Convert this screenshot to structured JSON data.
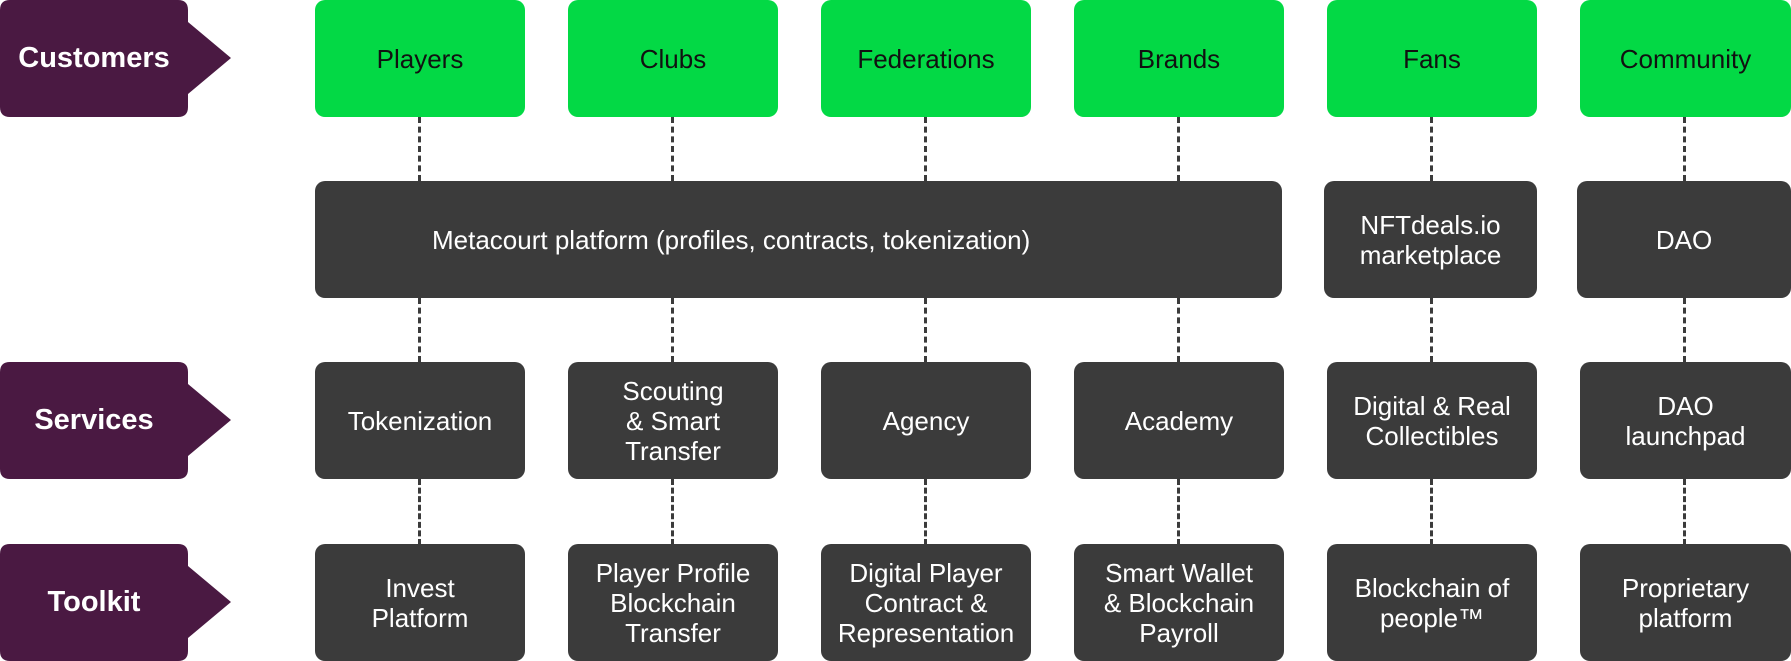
{
  "rows": {
    "customers": "Customers",
    "services": "Services",
    "toolkit": "Toolkit"
  },
  "customers": [
    "Players",
    "Clubs",
    "Federations",
    "Brands",
    "Fans",
    "Community"
  ],
  "platform": {
    "main": "Metacourt platform (profiles, contracts, tokenization)",
    "marketplace": "NFTdeals.io\nmarketplace",
    "dao": "DAO"
  },
  "services": [
    "Tokenization",
    "Scouting\n& Smart\nTransfer",
    "Agency",
    "Academy",
    "Digital & Real\nCollectibles",
    "DAO\nlaunchpad"
  ],
  "toolkit": [
    "Invest\nPlatform",
    "Player Profile\nBlockchain\nTransfer",
    "Digital Player\nContract &\nRepresentation",
    "Smart Wallet\n& Blockchain\nPayroll",
    "Blockchain of\npeople™",
    "Proprietary\nplatform"
  ],
  "colors": {
    "label_bg": "#4a1942",
    "customer_bg": "#03d945",
    "box_bg": "#3b3b3b",
    "connector": "#3b3b3b"
  }
}
